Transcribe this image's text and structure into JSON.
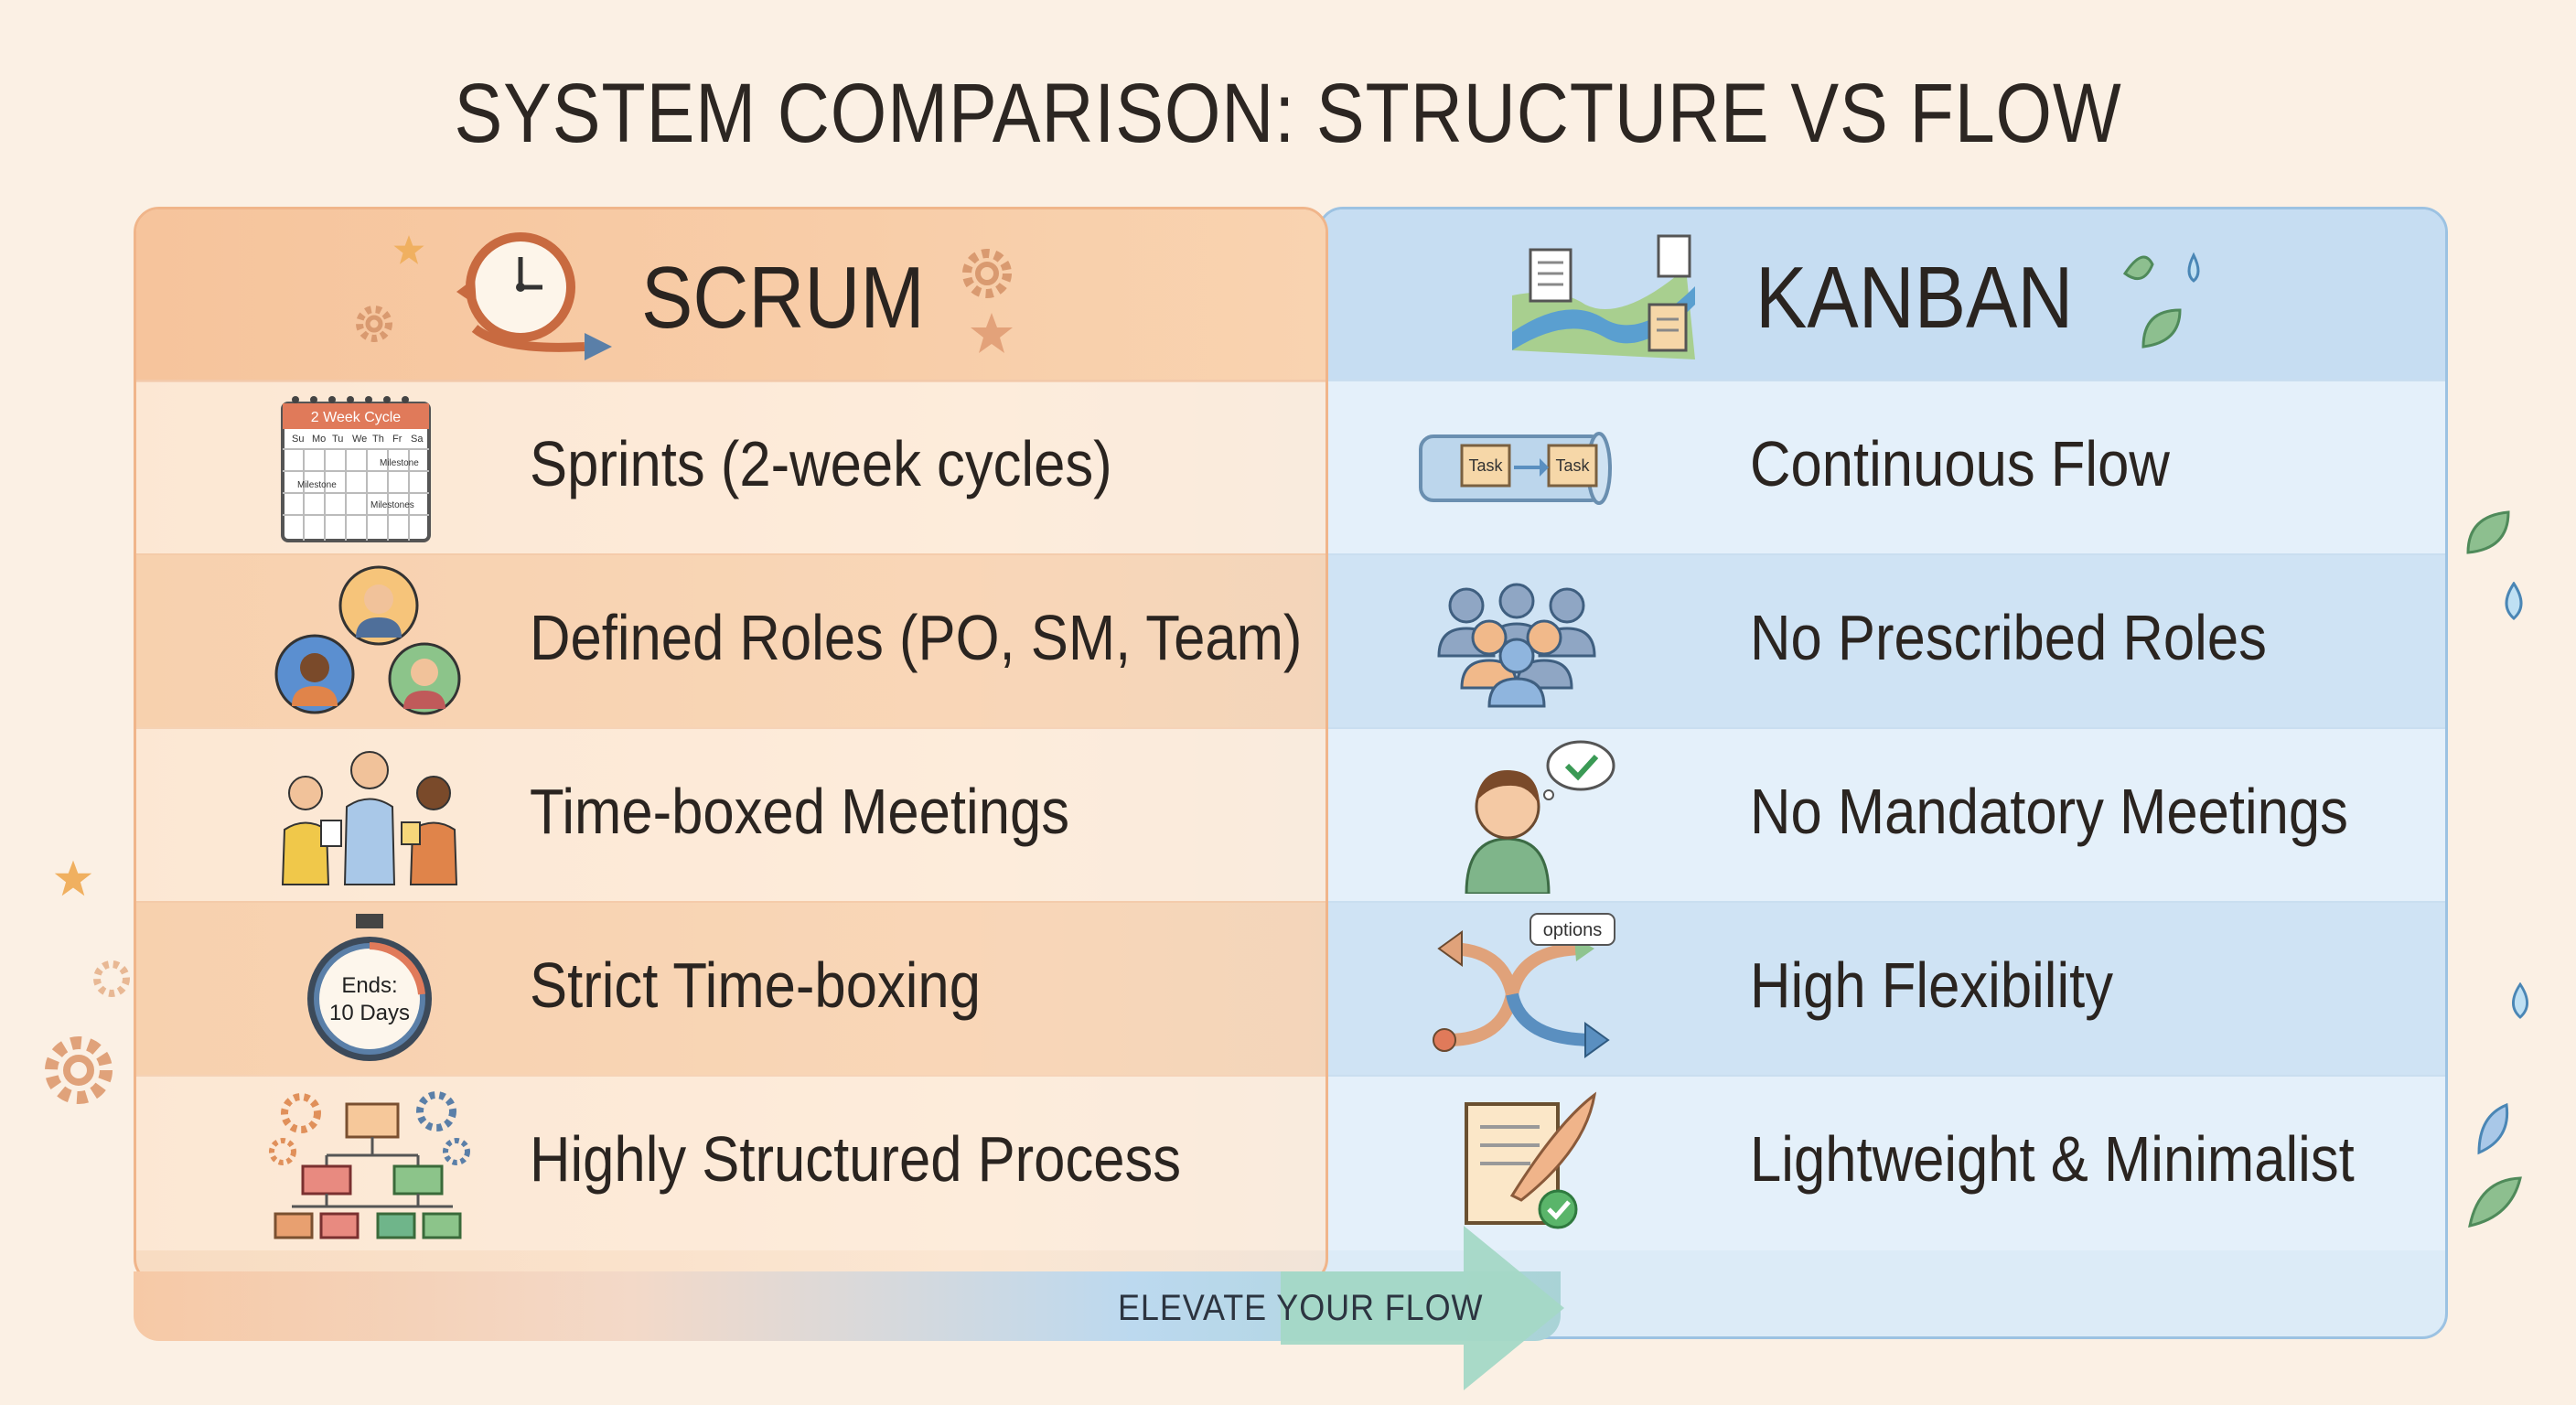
{
  "title": "SYSTEM COMPARISON: STRUCTURE VS FLOW",
  "scrum": {
    "title": "SCRUM",
    "items": [
      {
        "label": "Sprints (2-week cycles)",
        "icon": "calendar-icon"
      },
      {
        "label": "Defined Roles (PO, SM, Team)",
        "icon": "team-roles-icon"
      },
      {
        "label": "Time-boxed Meetings",
        "icon": "meeting-people-icon"
      },
      {
        "label": "Strict Time-boxing",
        "icon": "stopwatch-icon"
      },
      {
        "label": "Highly Structured Process",
        "icon": "hierarchy-gears-icon"
      }
    ],
    "calendar": {
      "header": "2 Week Cycle",
      "days": [
        "Su",
        "Mo",
        "Tu",
        "We",
        "Th",
        "Fr",
        "Sa"
      ],
      "milestone_a": "Milestone",
      "milestone_b": "Milestone",
      "milestone_c": "Milestones"
    },
    "stopwatch": {
      "line1": "Ends:",
      "line2": "10 Days"
    }
  },
  "kanban": {
    "title": "KANBAN",
    "items": [
      {
        "label": "Continuous Flow",
        "icon": "task-pipe-icon"
      },
      {
        "label": "No Prescribed Roles",
        "icon": "group-icon"
      },
      {
        "label": "No Mandatory Meetings",
        "icon": "thinking-person-icon"
      },
      {
        "label": "High Flexibility",
        "icon": "branching-arrows-icon"
      },
      {
        "label": "Lightweight & Minimalist",
        "icon": "quill-document-icon"
      }
    ],
    "pipe": {
      "task1": "Task",
      "task2": "Task"
    },
    "flex": {
      "options": "options"
    }
  },
  "footer": {
    "text": "ELEVATE YOUR FLOW"
  },
  "colors": {
    "scrum_accent": "#f0a070",
    "kanban_accent": "#7fb0dc",
    "flow_arrow": "#9fd4c0"
  }
}
